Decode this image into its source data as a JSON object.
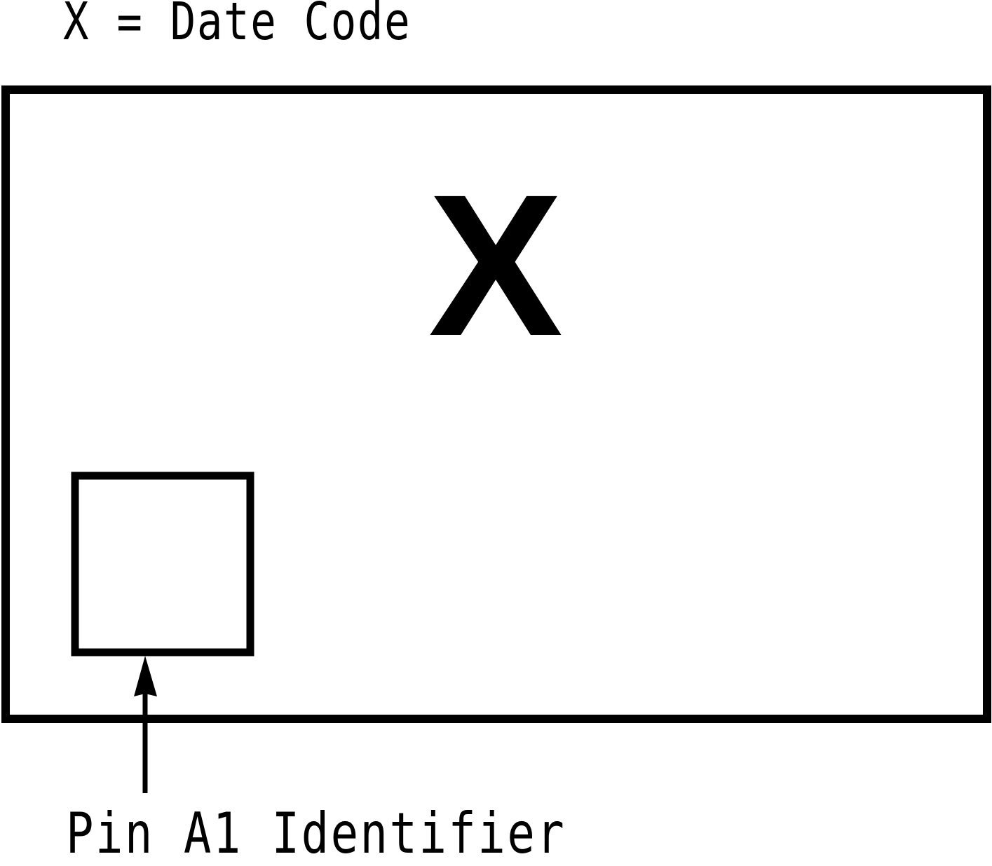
{
  "legend": {
    "text": "X = Date Code"
  },
  "package": {
    "marking": "X",
    "pin_indicator_label": "Pin A1 Identifier"
  },
  "colors": {
    "stroke": "#000000",
    "background": "#ffffff"
  }
}
